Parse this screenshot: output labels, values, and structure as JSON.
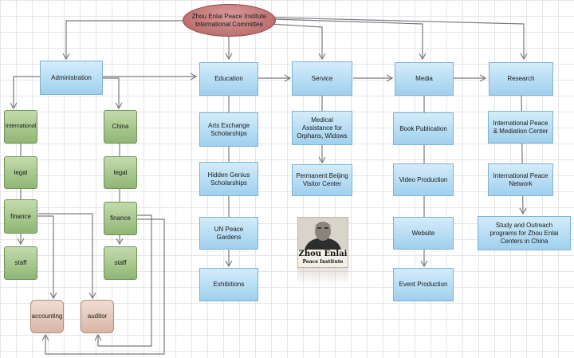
{
  "diagram": {
    "root": {
      "line1": "Zhou Enlai Peace Institute",
      "line2": "International Committee"
    },
    "departments": {
      "administration": "Administration",
      "education": "Education",
      "service": "Service",
      "media": "Media",
      "research": "Research"
    },
    "administration": {
      "international": [
        "International",
        "legal",
        "finance",
        "staff"
      ],
      "china": [
        "China",
        "legal",
        "finance",
        "staff"
      ],
      "accounting": "accounting",
      "auditor": "auditor"
    },
    "education": [
      "Arts Exchange Scholarships",
      "Hidden Genius Scholarships",
      "UN Peace Gardens",
      "Exhibitions"
    ],
    "service": [
      "Medical Assistance for Orphans, Widows",
      "Permanent Beijing Visitor Center"
    ],
    "media": [
      "Book Publication",
      "Video Production",
      "Website",
      "Event Production"
    ],
    "research": [
      "International Peace & Mediation Center",
      "International Peace Network",
      "Study and Outreach programs for Zhou Enlai Centers in China"
    ],
    "logo": {
      "line1": "Zhou Enlai",
      "line2": "Peace Institute"
    }
  },
  "colors": {
    "department": "#a9d6f2",
    "branch": "#9fc286",
    "finance_office": "#e2c3b4",
    "root": "#c27474",
    "connector": "#7d7880"
  }
}
